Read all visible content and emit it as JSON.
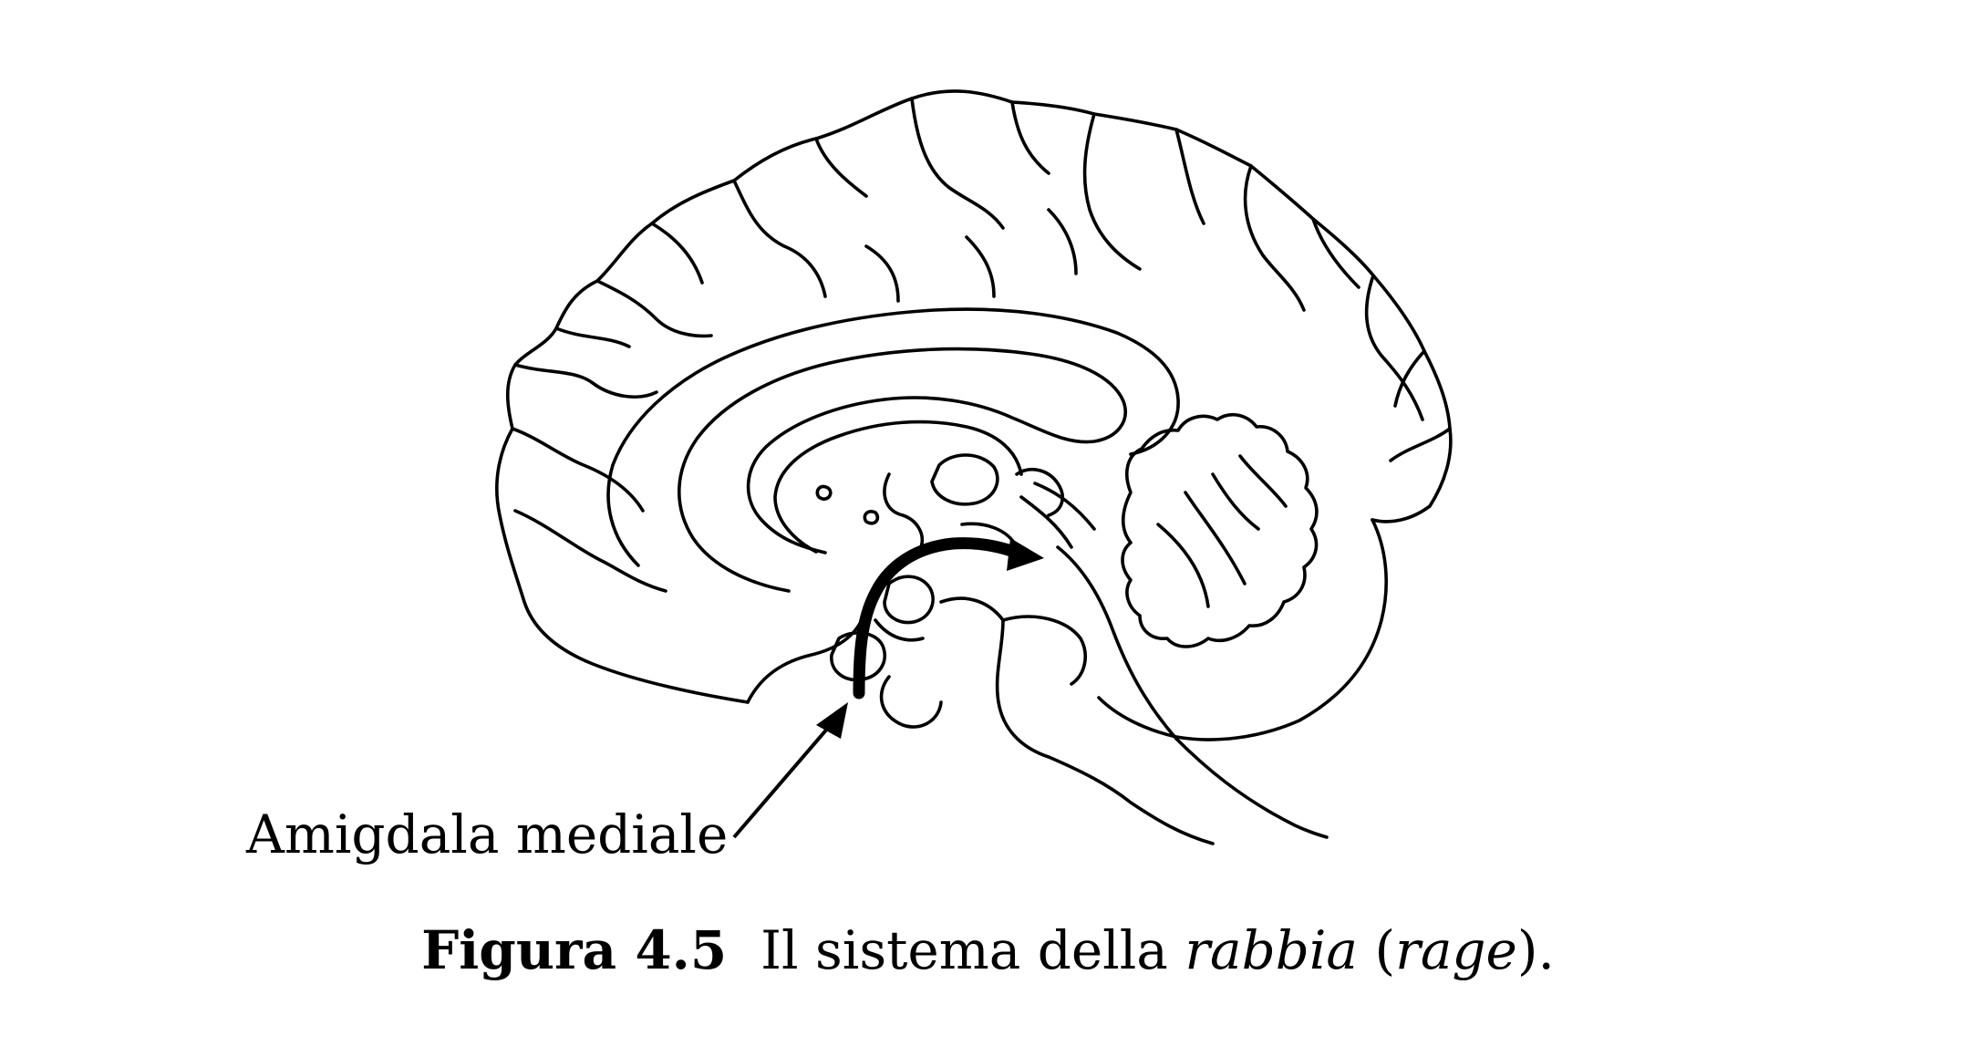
{
  "figure": {
    "label_amygdala": "Amigdala mediale",
    "caption": {
      "number": "Figura 4.5",
      "text_before": "Il sistema della ",
      "emphasis_1": "rabbia",
      "text_middle_open": " (",
      "emphasis_2": "rage",
      "text_end": ")."
    }
  },
  "colors": {
    "ink": "#000000",
    "background": "#ffffff"
  }
}
